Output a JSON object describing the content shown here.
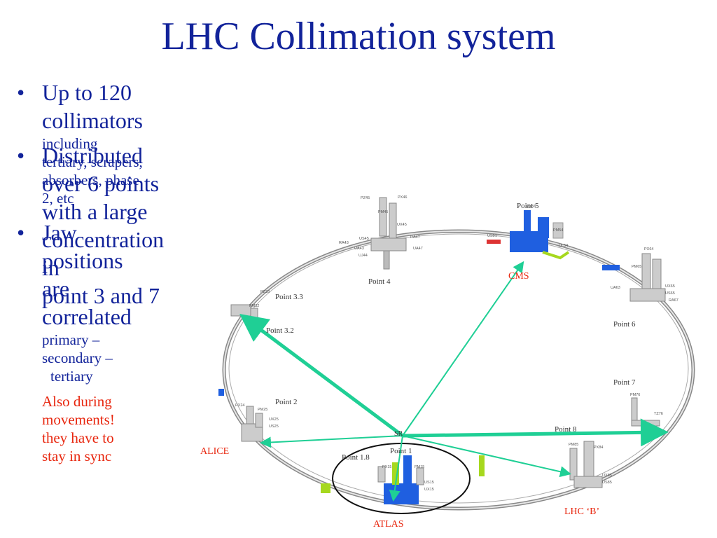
{
  "slide": {
    "title": "LHC Collimation system",
    "bullets": [
      {
        "text": "Up to 120 collimators",
        "sub": "including tertiary, scrapers, absorbers, phase 2, etc"
      },
      {
        "text": "Distributed over 6 points with a large concentration in",
        "text2": "point 3 and 7"
      },
      {
        "text": "Jaw positions are",
        "text2": "correlated",
        "sub": "primary – secondary –",
        "sub2": "tertiary",
        "note": "Also during movements!",
        "note2": "they have to stay in sync"
      }
    ]
  },
  "diagram": {
    "labels": {
      "point5": "Point 5",
      "cms": "CMS",
      "point4": "Point 4",
      "point33": "Point 3.3",
      "point32": "Point 3.2",
      "point6": "Point 6",
      "point2": "Point 2",
      "alice": "ALICE",
      "point7": "Point 7",
      "point8": "Point 8",
      "lhcb": "LHC ‘B’",
      "point1": "Point 1",
      "point18": "Point 1.8",
      "atlas": "ATLAS",
      "sr": "SR"
    },
    "small_tags": {
      "p5a": "PX56",
      "p5b": "PM54",
      "p5c": "US51",
      "p5d": "UL54",
      "p4a": "PZ45",
      "p4b": "PM45",
      "p4c": "PX46",
      "p4d": "UX45",
      "p4e": "US45",
      "p4f": "RA43",
      "p4g": "UA43",
      "p4h": "UJ44",
      "p4i": "UA47",
      "p4j": "RA47",
      "p6a": "PX64",
      "p6b": "PM65",
      "p6c": "UX65",
      "p6d": "US65",
      "p6e": "UA63",
      "p6f": "RA67",
      "p2a": "PM25",
      "p2b": "PX24",
      "p2c": "UX25",
      "p2d": "US25",
      "p1a": "PX15",
      "p1b": "PM15",
      "p1c": "US15",
      "p1d": "UX15",
      "p8a": "PM85",
      "p8b": "PX84",
      "p8c": "UX85",
      "p8d": "US85",
      "p7a": "PM76",
      "p7b": "TZ76",
      "p3a": "PZ33",
      "p3b": "PM32"
    },
    "colors": {
      "arrow": "#1fcf95",
      "cavern": "#1f5fe0",
      "shaft": "#bbbbbb",
      "highlight": "#a6d81e",
      "ring": "#777777"
    }
  }
}
